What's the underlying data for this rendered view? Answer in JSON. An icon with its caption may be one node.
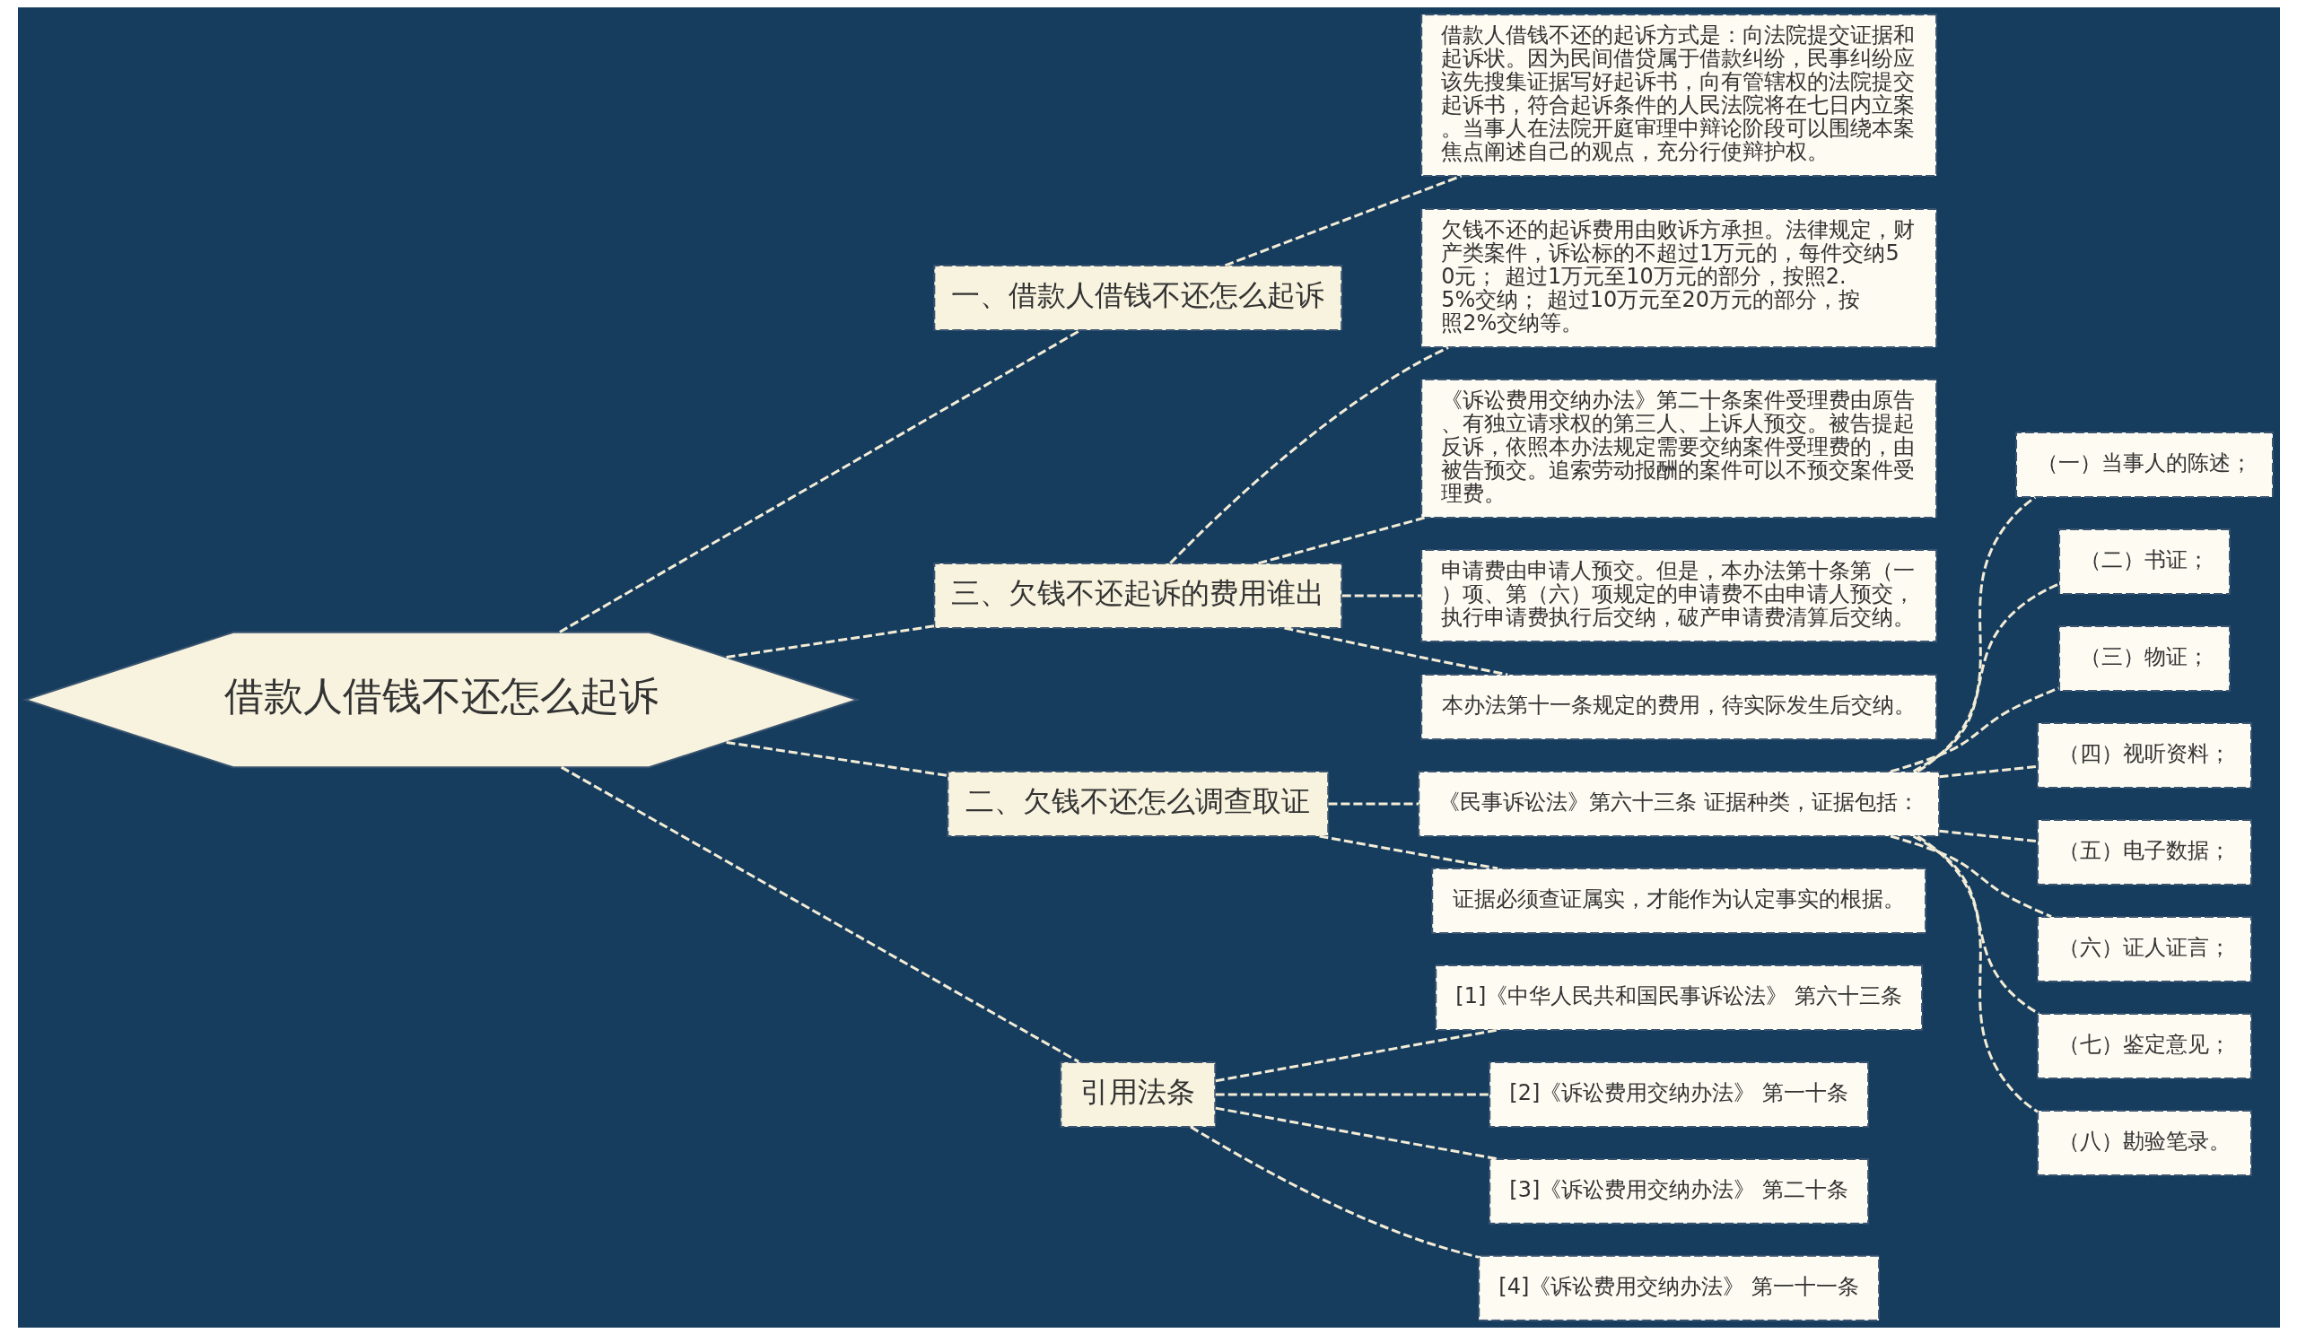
{
  "diagram": {
    "nodes": [
      {
        "text": [
          "借款人借钱不还怎么起诉"
        ]
      },
      {
        "text": [
          "一、借款人借钱不还怎么起诉"
        ]
      },
      {
        "text": [
          "借款人借钱不还的起诉方式是：向法院提交证据和起诉状。因为民间借贷属于借款纠纷，民事纠纷应该先搜集证据写好起诉书，向有管辖权的法院提交起诉书，符合起诉条件的人民法院将在七日内立案。当事人在法院开庭审理中辩论阶段可以围绕本案焦点阐述自己的观点，充分行使辩护权。"
        ]
      },
      {
        "text": [
          "三、欠钱不还起诉的费用谁出"
        ]
      },
      {
        "text": [
          "欠钱不还的起诉费用由败诉方承担。法律规定，财产类案件，诉讼标的不超过1万元的，每件交纳50元； 超过1万元至10万元的部分，按照2.5%交纳； 超过10万元至20万元的部分，按照2%交纳等。"
        ]
      },
      {
        "text": [
          "《诉讼费用交纳办法》第二十条案件受理费由原告、有独立请求权的第三人、上诉人预交。被告提起反诉，依照本办法规定需要交纳案件受理费的，由被告预交。追索劳动报酬的案件可以不预交案件受理费。"
        ]
      },
      {
        "text": [
          "申请费由申请人预交。但是，本办法第十条第（一）项、第（六）项规定的申请费不由申请人预交，执行申请费执行后交纳，破产申请费清算后交纳。"
        ]
      },
      {
        "text": [
          "本办法第十一条规定的费用，待实际发生后交纳。"
        ]
      },
      {
        "text": [
          "二、欠钱不还怎么调查取证"
        ]
      },
      {
        "text": [
          "《民事诉讼法》第六十三条 证据种类，证据包括："
        ]
      },
      {
        "text": [
          "（一）当事人的陈述；"
        ]
      },
      {
        "text": [
          "（二）书证；"
        ]
      },
      {
        "text": [
          "（三）物证；"
        ]
      },
      {
        "text": [
          "（四）视听资料；"
        ]
      },
      {
        "text": [
          "（五）电子数据；"
        ]
      },
      {
        "text": [
          "（六）证人证言；"
        ]
      },
      {
        "text": [
          "（七）鉴定意见；"
        ]
      },
      {
        "text": [
          "（八）勘验笔录。"
        ]
      },
      {
        "text": [
          "证据必须查证属实，才能作为认定事实的根据。"
        ]
      },
      {
        "text": [
          "引用法条"
        ]
      },
      {
        "text": [
          "[1]《中华人民共和国民事诉讼法》 第六十三条"
        ]
      },
      {
        "text": [
          "[2]《诉讼费用交纳办法》 第一十条"
        ]
      },
      {
        "text": [
          "[3]《诉讼费用交纳办法》 第二十条"
        ]
      },
      {
        "text": [
          "[4]《诉讼费用交纳办法》 第一十一条"
        ]
      }
    ],
    "edges": [
      {
        "from": 0,
        "to": 1,
        "arrow": "none",
        "style": "dashed"
      },
      {
        "from": 1,
        "to": 2,
        "arrow": "none",
        "style": "dashed"
      },
      {
        "from": 0,
        "to": 3,
        "arrow": "none",
        "style": "dashed"
      },
      {
        "from": 3,
        "to": 4,
        "arrow": "none",
        "style": "dashed"
      },
      {
        "from": 3,
        "to": 5,
        "arrow": "none",
        "style": "dashed"
      },
      {
        "from": 3,
        "to": 6,
        "arrow": "none",
        "style": "dashed"
      },
      {
        "from": 3,
        "to": 7,
        "arrow": "none",
        "style": "dashed"
      },
      {
        "from": 0,
        "to": 8,
        "arrow": "none",
        "style": "dashed"
      },
      {
        "from": 8,
        "to": 9,
        "arrow": "none",
        "style": "dashed"
      },
      {
        "from": 9,
        "to": 10,
        "arrow": "none",
        "style": "dashed"
      },
      {
        "from": 9,
        "to": 11,
        "arrow": "none",
        "style": "dashed"
      },
      {
        "from": 9,
        "to": 12,
        "arrow": "none",
        "style": "dashed"
      },
      {
        "from": 9,
        "to": 13,
        "arrow": "none",
        "style": "dashed"
      },
      {
        "from": 9,
        "to": 14,
        "arrow": "none",
        "style": "dashed"
      },
      {
        "from": 9,
        "to": 15,
        "arrow": "none",
        "style": "dashed"
      },
      {
        "from": 9,
        "to": 16,
        "arrow": "none",
        "style": "dashed"
      },
      {
        "from": 9,
        "to": 17,
        "arrow": "none",
        "style": "dashed"
      },
      {
        "from": 8,
        "to": 18,
        "arrow": "none",
        "style": "dashed"
      },
      {
        "from": 0,
        "to": 19,
        "arrow": "none",
        "style": "dashed"
      },
      {
        "from": 19,
        "to": 20,
        "arrow": "none",
        "style": "dashed"
      },
      {
        "from": 19,
        "to": 21,
        "arrow": "none",
        "style": "dashed"
      },
      {
        "from": 19,
        "to": 22,
        "arrow": "none",
        "style": "dashed"
      },
      {
        "from": 19,
        "to": 23,
        "arrow": "none",
        "style": "dashed"
      }
    ]
  }
}
